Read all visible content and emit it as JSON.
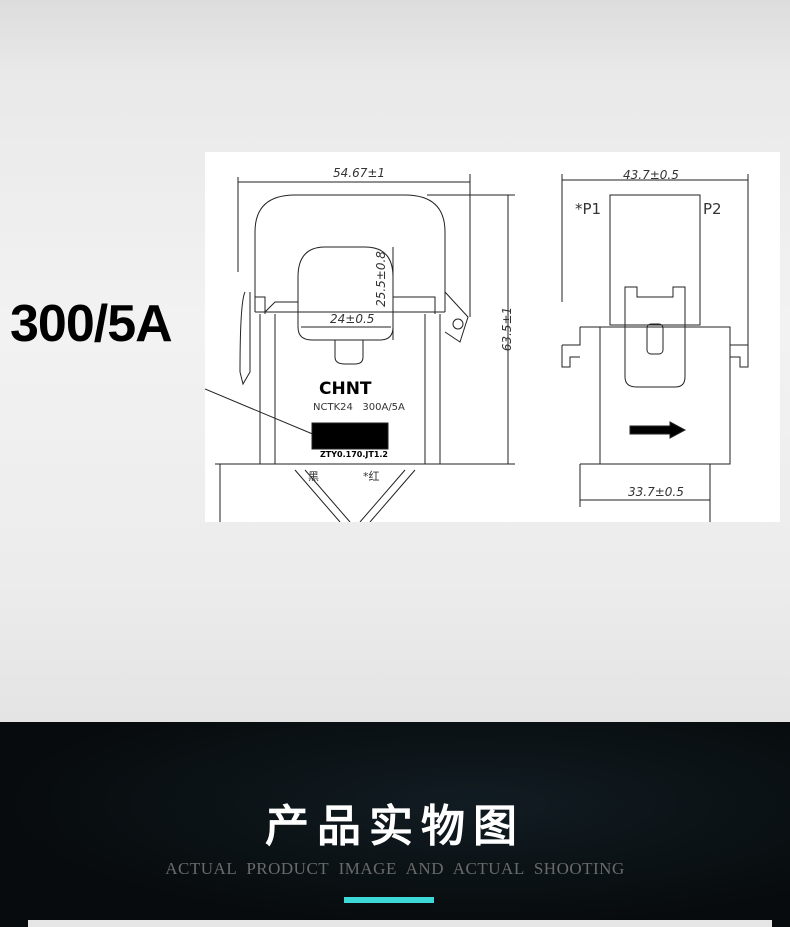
{
  "product_rating": "300/5A",
  "diagram": {
    "width_dim": "54.67±1",
    "inner_width_dim": "24±0.5",
    "inner_height_dim": "25.5±0.8",
    "height_dim": "63.5±1",
    "side_width_dim": "43.7±0.5",
    "side_base_dim": "33.7±0.5",
    "p1_label": "*P1",
    "p2_label": "P2",
    "brand": "CHNT",
    "model_label": "NCTK24   300A/5A",
    "code_label": "ZTY0.170.JT1.2",
    "black_wire_label": "黑",
    "red_wire_label": "*红"
  },
  "section": {
    "title_cn": "产品实物图",
    "title_en": "ACTUAL PRODUCT IMAGE AND ACTUAL SHOOTING",
    "accent_color": "#3dd8d8"
  }
}
